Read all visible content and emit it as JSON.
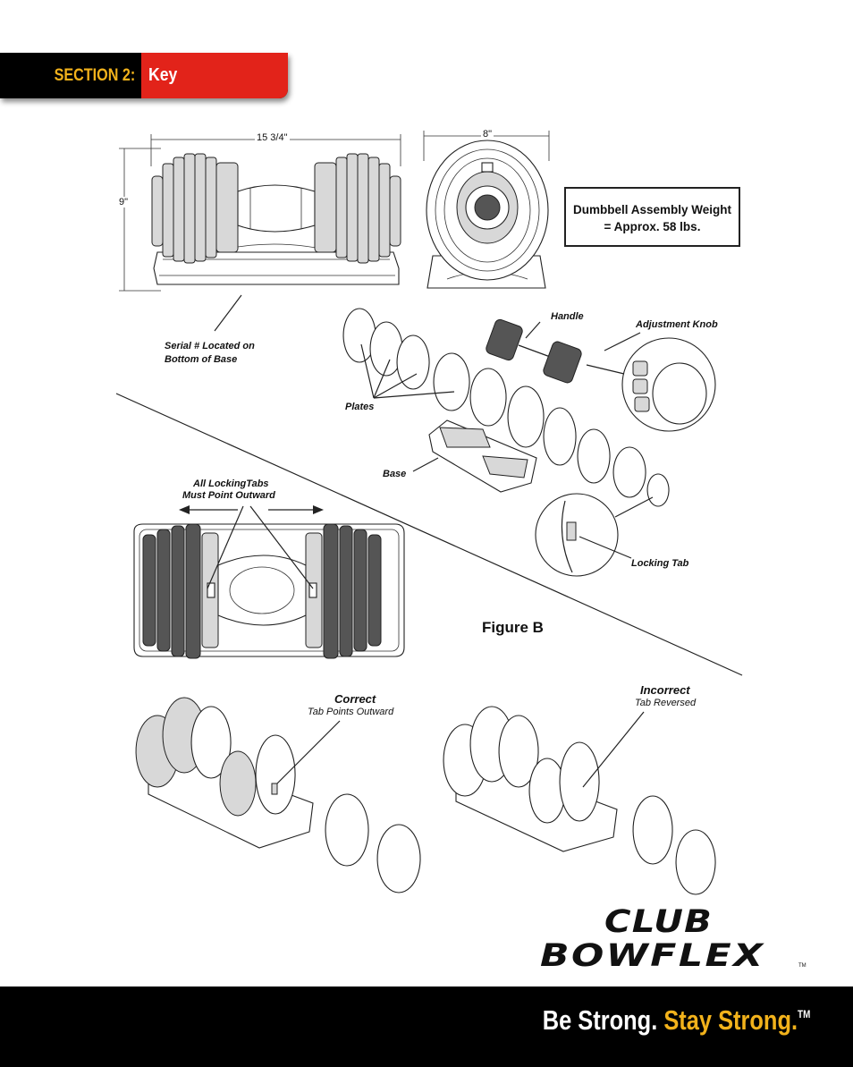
{
  "header": {
    "section_number": "SECTION 2:",
    "section_title": "Key Components"
  },
  "dimensions": {
    "width_label": "15 3/4\"",
    "height_label": "9\"",
    "depth_label": "8\""
  },
  "weight_box": {
    "line1": "Dumbbell Assembly Weight",
    "line2": "= Approx. 58 lbs."
  },
  "callouts": {
    "serial_line1": "Serial # Located on",
    "serial_line2": "Bottom of Base",
    "handle": "Handle",
    "adjustment_knob": "Adjustment Knob",
    "plates": "Plates",
    "base": "Base",
    "locking_tab": "Locking Tab",
    "tabs_line1": "All LockingTabs",
    "tabs_line2": "Must Point Outward"
  },
  "figure_label": "Figure B",
  "correct": {
    "title": "Correct",
    "subtitle": "Tab Points Outward"
  },
  "incorrect": {
    "title": "Incorrect",
    "subtitle": "Tab Reversed"
  },
  "logo": {
    "line1": "CLUB",
    "line2": "BOWFLEX",
    "tm": "TM"
  },
  "footer": {
    "slogan_a": "Be Strong. ",
    "slogan_b": "Stay Strong.",
    "tm": "TM"
  }
}
